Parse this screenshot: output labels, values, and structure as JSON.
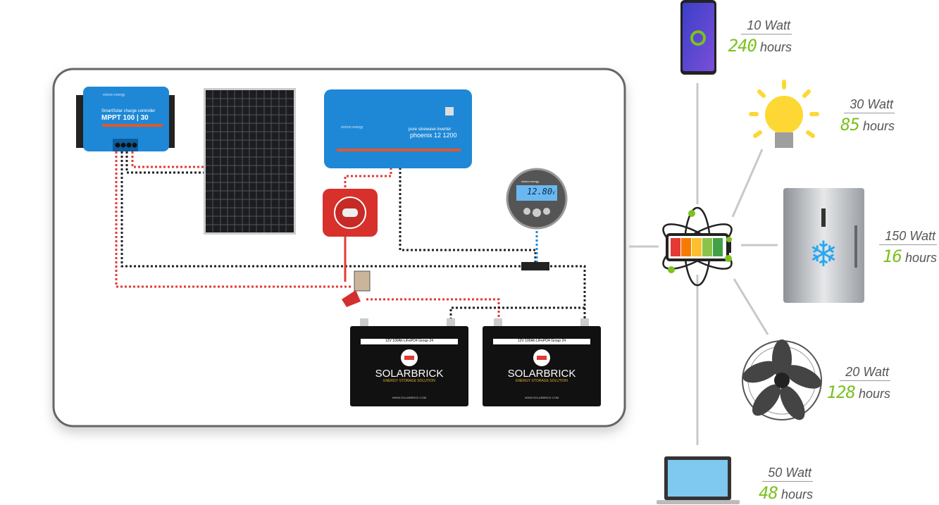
{
  "colors": {
    "positive_wire": "#e53935",
    "negative_wire": "#222222",
    "victron_blue": "#1e88d6",
    "accent_green": "#7cc11f",
    "connector_line": "#c8c8c8"
  },
  "charge_controller": {
    "brand": "victron energy",
    "subtitle": "SmartSolar charge controller",
    "model": "MPPT 100 | 30"
  },
  "inverter": {
    "brand": "victron energy",
    "subtitle": "pure sinewave inverter",
    "model": "phoenix 12 1200"
  },
  "battery_monitor": {
    "brand": "victron energy",
    "reading": "12.80",
    "unit": "V"
  },
  "batteries": [
    {
      "spec": "12V   100Ah   LiFePO4   Group 24",
      "brand": "SOLARBRICK",
      "tagline": "ENERGY STORAGE SOLUTION",
      "url": "WWW.SOLARBRICK.COM"
    },
    {
      "spec": "12V   100Ah   LiFePO4   Group 24",
      "brand": "SOLARBRICK",
      "tagline": "ENERGY STORAGE SOLUTION",
      "url": "WWW.SOLARBRICK.COM"
    }
  ],
  "loads": [
    {
      "name": "phone",
      "watt": "10 Watt",
      "hours": "240",
      "hours_unit": "hours"
    },
    {
      "name": "light-bulb",
      "watt": "30 Watt",
      "hours": "85",
      "hours_unit": "hours"
    },
    {
      "name": "fridge",
      "watt": "150 Watt",
      "hours": "16",
      "hours_unit": "hours"
    },
    {
      "name": "fan",
      "watt": "20 Watt",
      "hours": "128",
      "hours_unit": "hours"
    },
    {
      "name": "laptop",
      "watt": "50 Watt",
      "hours": "48",
      "hours_unit": "hours"
    }
  ]
}
